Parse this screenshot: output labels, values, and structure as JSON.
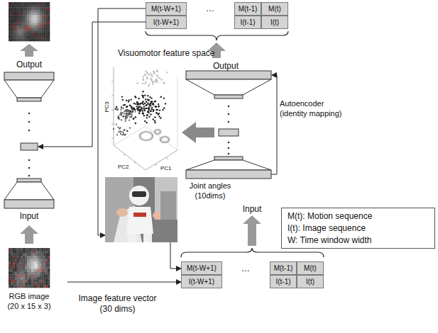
{
  "diagram": {
    "nodes": [
      {
        "text": [
          "M(t-W+1)"
        ]
      },
      {
        "text": [
          "I(t-W+1)"
        ]
      },
      {
        "text": [
          "M(t-1)"
        ]
      },
      {
        "text": [
          "I(t-1)"
        ]
      },
      {
        "text": [
          "M(t)"
        ]
      },
      {
        "text": [
          "I(t)"
        ]
      },
      {
        "text": [
          "M(t): Motion sequence",
          "I(t): Image sequence",
          "W: Time window width"
        ]
      },
      {
        "text": [
          "M(t-W+1)"
        ]
      },
      {
        "text": [
          "I(t-W+1)"
        ]
      },
      {
        "text": [
          "M(t-1)"
        ]
      },
      {
        "text": [
          "I(t-1)"
        ]
      },
      {
        "text": [
          "M(t)"
        ]
      },
      {
        "text": [
          "I(t)"
        ]
      }
    ],
    "labels": [
      "Output",
      "Visuomotor feature space",
      "…",
      "Output",
      "PC3",
      "PC2",
      "PC1",
      "Autoencoder (identity mapping)",
      "Joint angles (10dims)",
      "Input",
      "Input",
      "…",
      "RGB image (20 x 15 x 3)",
      "Image feature vector (30 dims)"
    ]
  }
}
